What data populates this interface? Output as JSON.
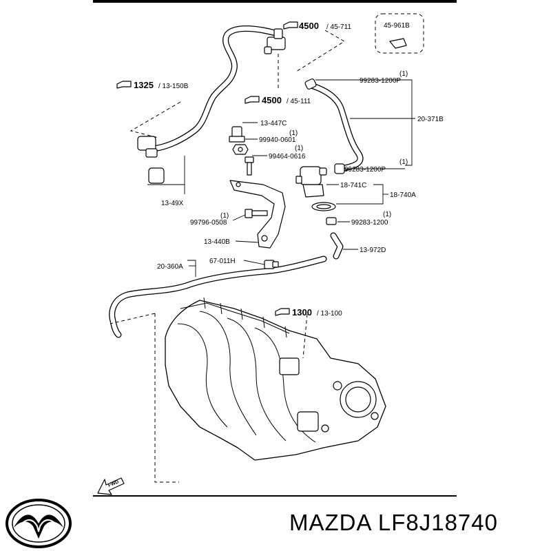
{
  "brand": {
    "name": "MAZDA",
    "part_number": "LF8J18740"
  },
  "callouts": {
    "ref_4500_top": {
      "num": "4500",
      "page": "/ 45-711"
    },
    "ref_45961B": "45-961B",
    "ref_1325": {
      "num": "1325",
      "page": "/ 13-150B"
    },
    "ref_4500_mid": {
      "num": "4500",
      "page": "/ 45-111"
    },
    "ref_1300": {
      "num": "1300",
      "page": "/ 13-100"
    },
    "qty_1": "(1)",
    "p_99283_1200P_a": "99283-1200P",
    "p_20_371B": "20-371B",
    "p_13_447C": "13-447C",
    "p_99940_0601": "99940-0601",
    "p_99464_0616": "99464-0616",
    "p_99283_1200P_b": "99283-1200P",
    "p_18_741C": "18-741C",
    "p_18_740A": "18-740A",
    "p_99283_1200": "99283-1200",
    "p_13_972D": "13-972D",
    "p_13_49X": "13-49X",
    "p_99796_0508": "99796-0508",
    "p_13_440B": "13-440B",
    "p_67_011H": "67-011H",
    "p_20_360A": "20-360A",
    "fwd": "FWD"
  },
  "icons": {
    "reference_arrow": "pointing-hand-icon",
    "logo": "mazda-logo"
  }
}
